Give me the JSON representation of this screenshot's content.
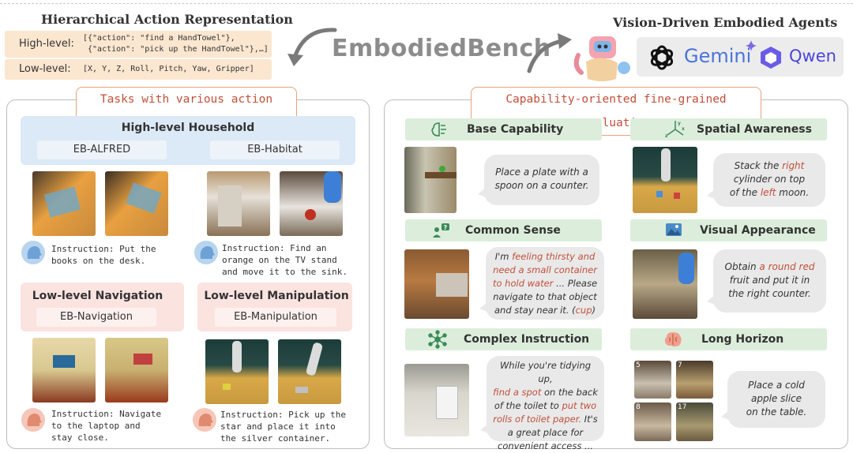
{
  "header": {
    "left_title": "Hierarchical Action Representation",
    "high_level_label": "High-level:",
    "high_level_code_1": "[{\"action\": \"find a HandTowel\"},",
    "high_level_code_2": " {\"action\": \"pick up the HandTowel\"},…]",
    "low_level_label": "Low-level:",
    "low_level_code": "[X, Y, Z, Roll, Pitch, Yaw, Gripper]",
    "brand": "EmbodiedBench",
    "right_title": "Vision-Driven Embodied Agents",
    "logo_gemini": "Gemini",
    "logo_qwen": "Qwen"
  },
  "left_panel": {
    "title": "Tasks with various action levels",
    "household": {
      "title": "High-level Household",
      "env1": "EB-ALFRED",
      "env2": "EB-Habitat",
      "instr1": [
        "Instruction: Put the",
        "books on the desk."
      ],
      "instr2": [
        "Instruction: Find an",
        "orange on the TV stand",
        "and move it to the sink."
      ]
    },
    "navigation": {
      "title": "Low-level Navigation",
      "env": "EB-Navigation",
      "instr": [
        "Instruction: Navigate",
        "to the laptop and",
        "stay close."
      ]
    },
    "manipulation": {
      "title": "Low-level Manipulation",
      "env": "EB-Manipulation",
      "instr": [
        "Instruction: Pick up the",
        "star and place it into",
        "the silver container."
      ]
    }
  },
  "right_panel": {
    "title": "Capability-oriented fine-grained evaluation",
    "base": {
      "label": "Base Capability",
      "text": [
        "Place a plate with a",
        "spoon on a counter."
      ]
    },
    "spatial": {
      "label": "Spatial Awareness",
      "t1": "Stack the ",
      "r1": "right",
      "t2": "cylinder on top",
      "t3": "of the ",
      "r2": "left",
      "t4": " moon."
    },
    "common": {
      "label": "Common Sense",
      "t1": "I'm ",
      "r1": "feeling thirsty and",
      "r2": "need a small container",
      "r3": "to hold water",
      "t2": " ... Please",
      "t3": "navigate to that object",
      "t4": "and stay near it. (",
      "r4": "cup",
      "t5": ")"
    },
    "visual": {
      "label": "Visual Appearance",
      "t1": "Obtain ",
      "r1": "a round red",
      "t2": "fruit and put it in",
      "t3": "the right counter."
    },
    "complex": {
      "label": "Complex Instruction",
      "t1": "While you're tidying up,",
      "r1": "find a spot",
      "t2": " on the back",
      "t3": "of the toilet to ",
      "r2": "put two",
      "r3": "rolls of toilet paper.",
      "t4": " It's",
      "t5": "a great place for",
      "t6": "convenient access ..."
    },
    "long": {
      "label": "Long Horizon",
      "text": [
        "Place a cold",
        "apple slice",
        "on the table."
      ],
      "frames": [
        "5",
        "7",
        "8",
        "17"
      ]
    }
  },
  "colors": {
    "accent_red": "#c0503a",
    "panel_title_border": "#e8a27c",
    "capability_bar": "#dceedb",
    "household_bg": "#dce9f6",
    "low_level_bg": "#fbe3e0"
  }
}
